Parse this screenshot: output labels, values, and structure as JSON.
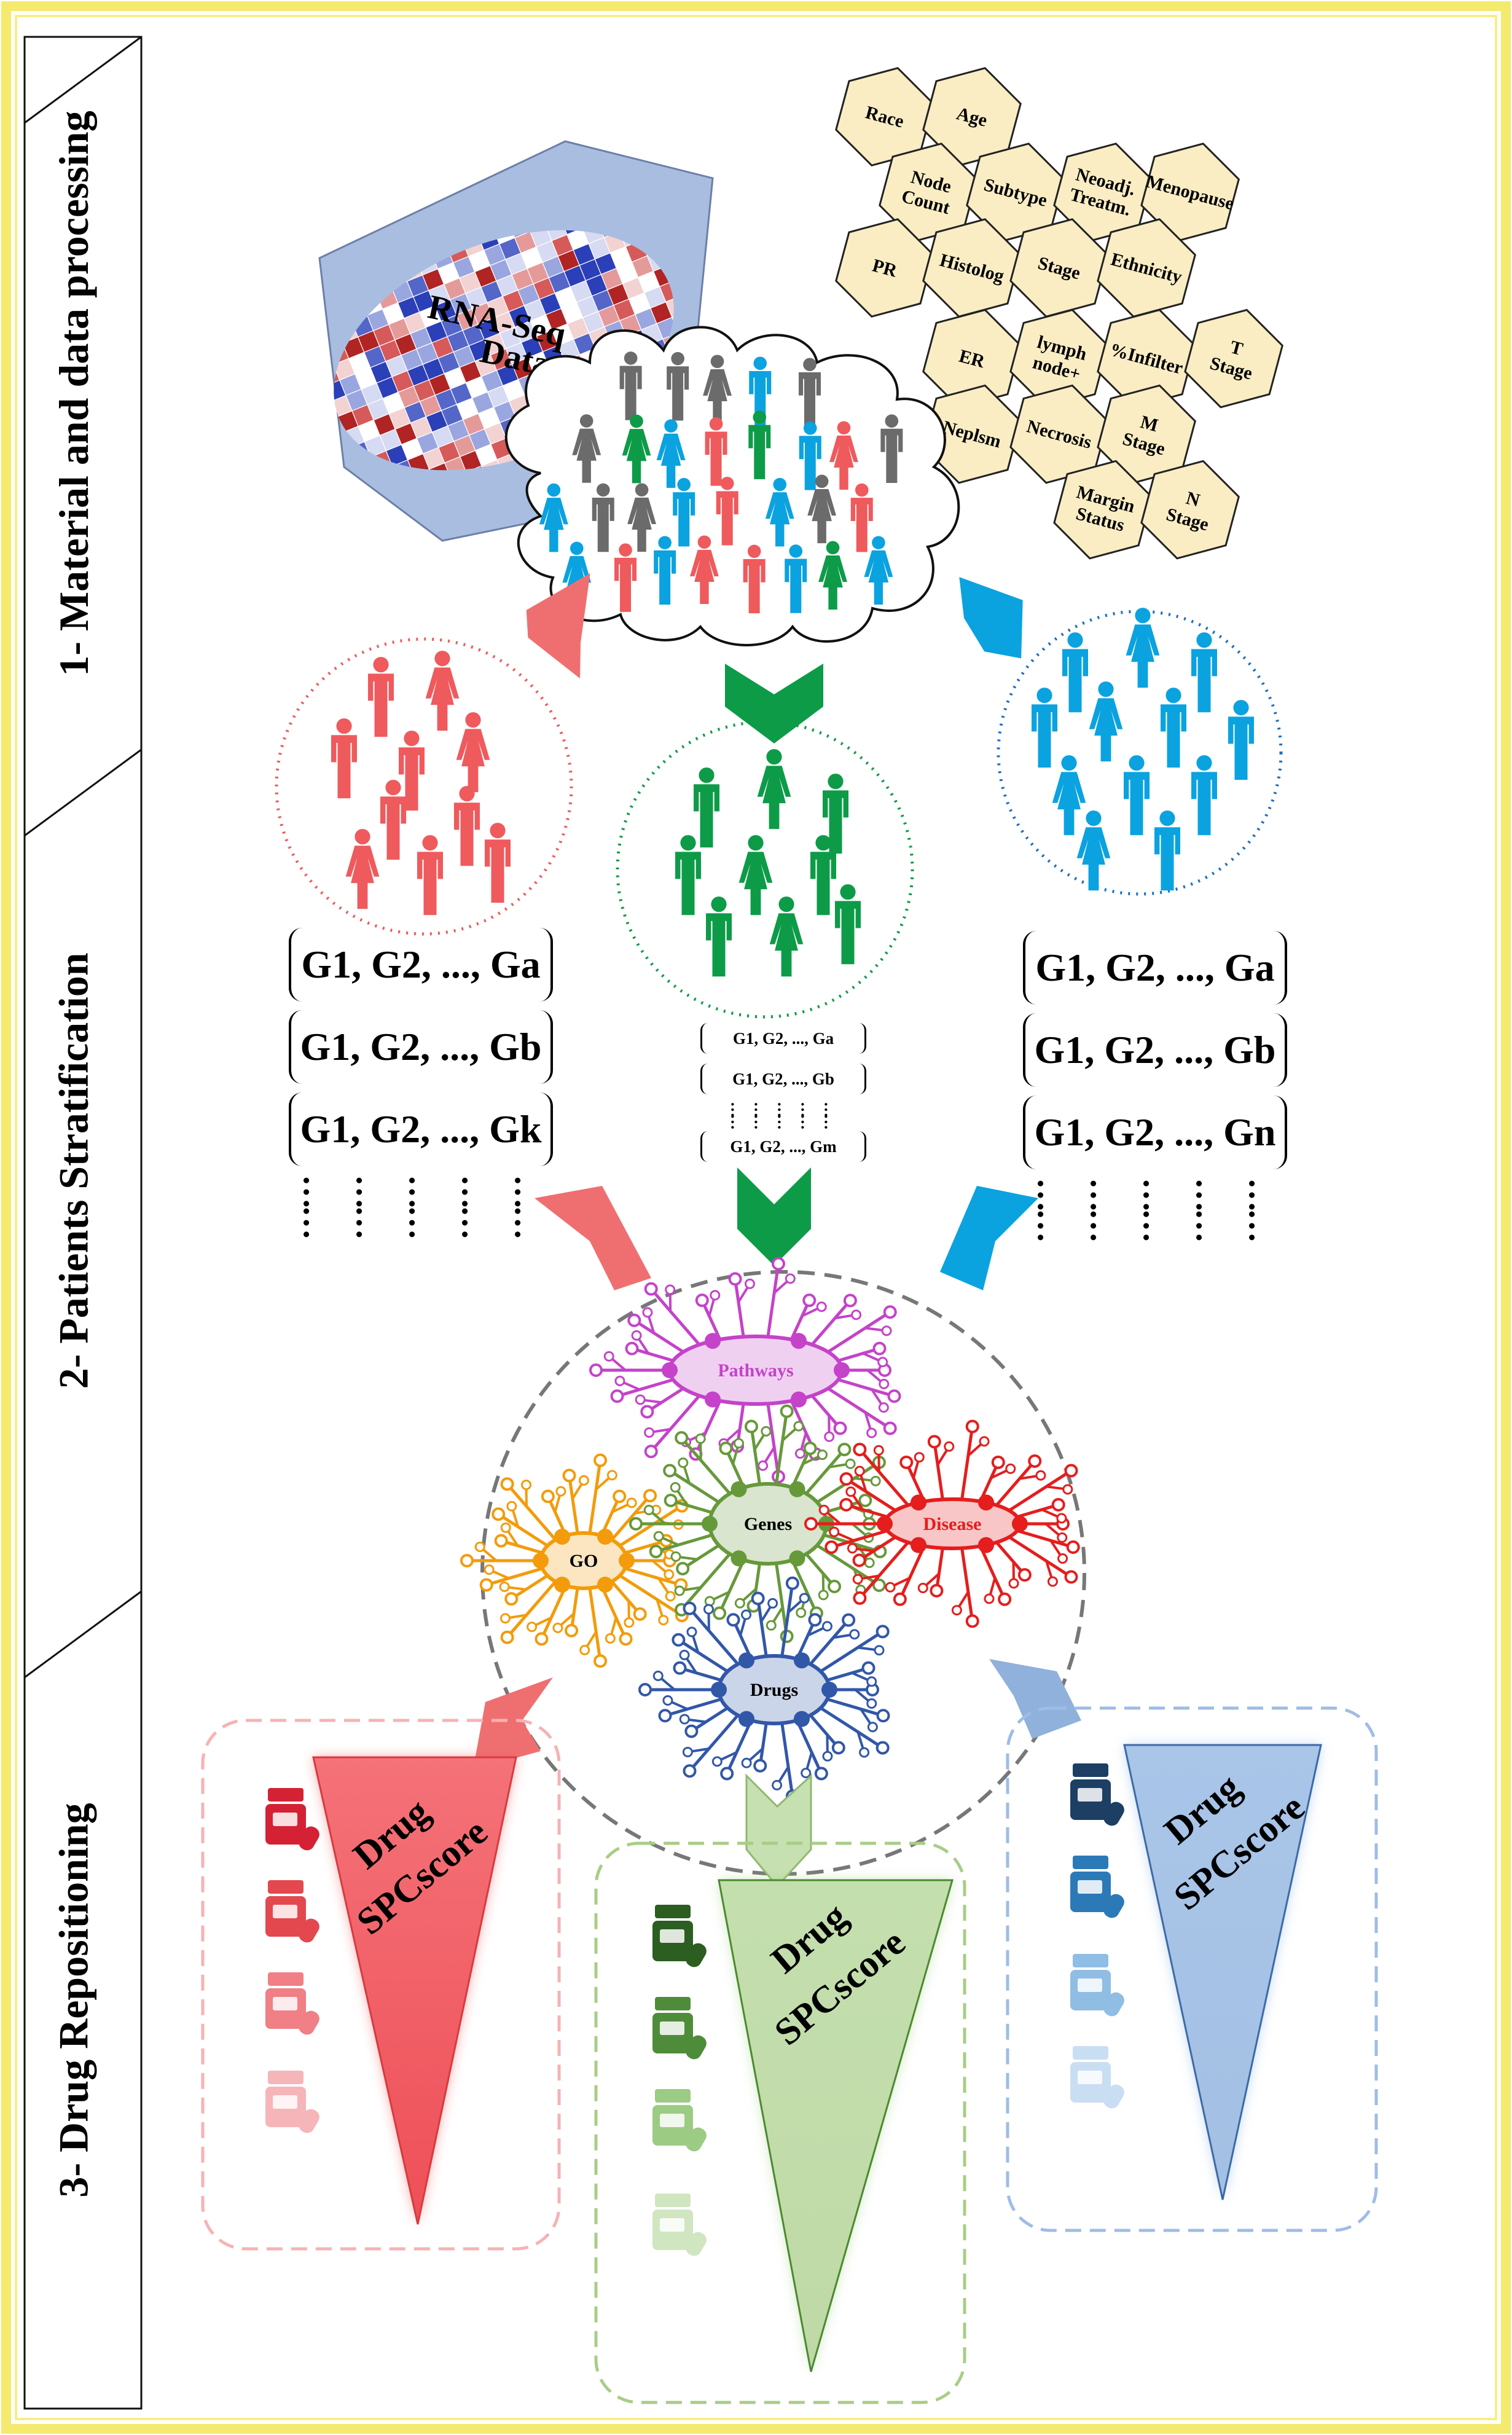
{
  "stages": [
    {
      "label": "1- Material and data processing"
    },
    {
      "label": "2- Patients Stratification"
    },
    {
      "label": "3- Drug Repositioning"
    }
  ],
  "rnaseq": {
    "label_line1": "RNA-Seq",
    "label_line2": "Data"
  },
  "clinical_features": [
    {
      "line1": "Race",
      "line2": ""
    },
    {
      "line1": "Age",
      "line2": ""
    },
    {
      "line1": "Node",
      "line2": "Count"
    },
    {
      "line1": "Subtype",
      "line2": ""
    },
    {
      "line1": "Neoadj.",
      "line2": "Treatm."
    },
    {
      "line1": "Menopause",
      "line2": ""
    },
    {
      "line1": "PR",
      "line2": ""
    },
    {
      "line1": "Histolog",
      "line2": ""
    },
    {
      "line1": "Stage",
      "line2": ""
    },
    {
      "line1": "Ethnicity",
      "line2": ""
    },
    {
      "line1": "ER",
      "line2": ""
    },
    {
      "line1": "lymph",
      "line2": "node+"
    },
    {
      "line1": "%Infilter",
      "line2": ""
    },
    {
      "line1": "T",
      "line2": "Stage"
    },
    {
      "line1": "Neplsm",
      "line2": ""
    },
    {
      "line1": "Necrosis",
      "line2": ""
    },
    {
      "line1": "M",
      "line2": "Stage"
    },
    {
      "line1": "Margin",
      "line2": "Status"
    },
    {
      "line1": "N",
      "line2": "Stage"
    }
  ],
  "gene_lists": {
    "red": [
      "G1, G2, ..., Ga",
      "G1, G2, ..., Gb",
      "G1, G2, ..., Gk"
    ],
    "green": [
      "G1, G2, ..., Ga",
      "G1, G2, ..., Gb",
      "G1, G2, ..., Gm"
    ],
    "blue": [
      "G1, G2, ..., Ga",
      "G1, G2, ..., Gb",
      "G1, G2, ..., Gn"
    ]
  },
  "network": {
    "pathways": "Pathways",
    "go": "GO",
    "genes": "Genes",
    "disease": "Disease",
    "drugs": "Drugs"
  },
  "drug_panels": [
    {
      "line1": "Drug",
      "line2": "SPCscore"
    },
    {
      "line1": "Drug",
      "line2": "SPCscore"
    },
    {
      "line1": "Drug",
      "line2": "SPCscore"
    }
  ],
  "colors": {
    "red": "#ef5a5d",
    "green": "#0d9b48",
    "blue": "#0ba2e0",
    "gray": "#6b6b6b",
    "frame": "#f2e66a",
    "hex_fill": "#faedc4",
    "rnaseq_bg": "#a9bde0",
    "pathways": "#c443c9",
    "go": "#f39b0a",
    "genes": "#66993a",
    "disease": "#e51d1d",
    "drugs": "#3157a8"
  }
}
